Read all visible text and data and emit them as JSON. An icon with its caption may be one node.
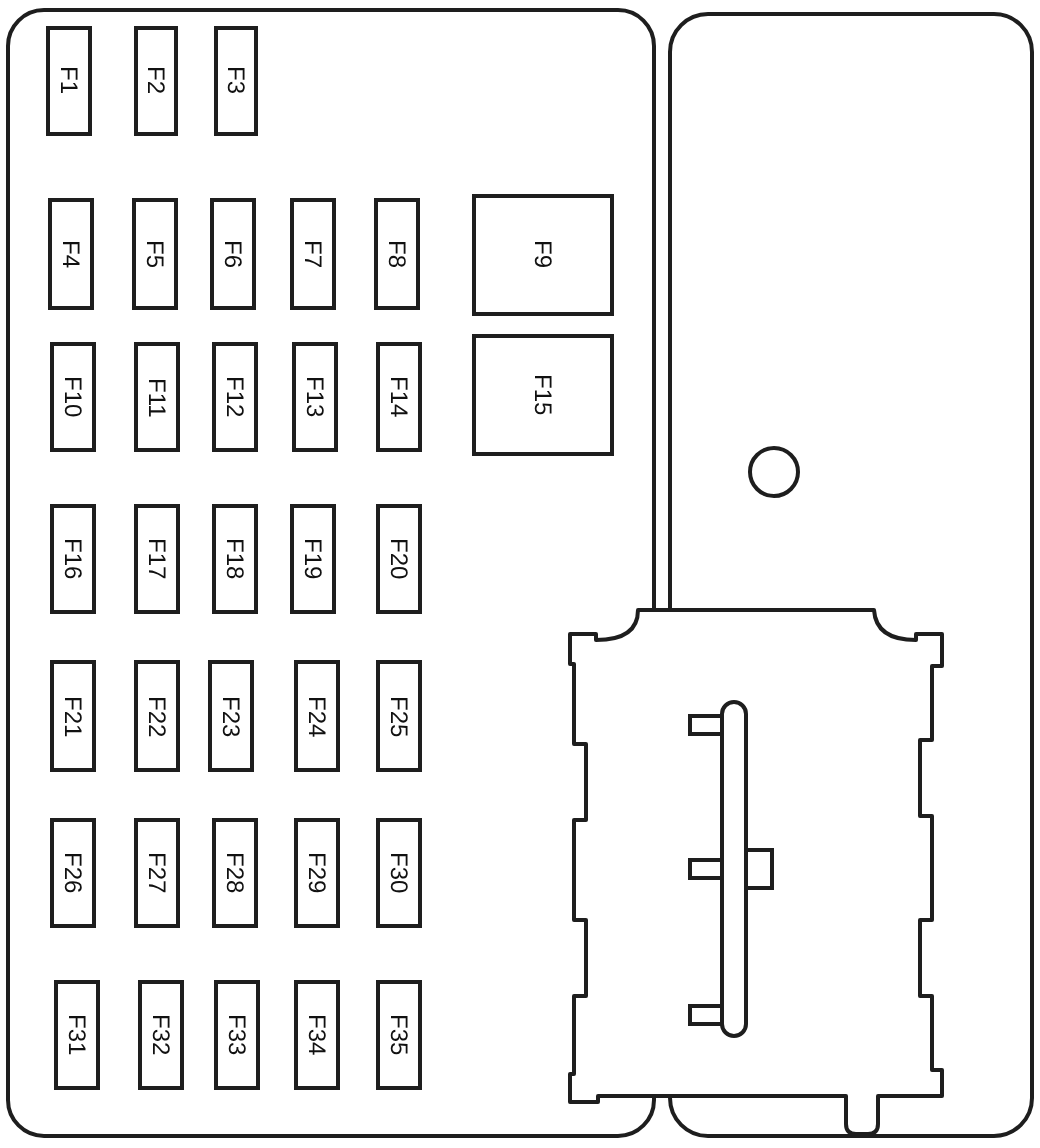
{
  "diagram": {
    "nodes": [
      {
        "text": [
          "F1"
        ]
      },
      {
        "text": [
          "F2"
        ]
      },
      {
        "text": [
          "F3"
        ]
      },
      {
        "text": [
          "F4"
        ]
      },
      {
        "text": [
          "F5"
        ]
      },
      {
        "text": [
          "F6"
        ]
      },
      {
        "text": [
          "F7"
        ]
      },
      {
        "text": [
          "F8"
        ]
      },
      {
        "text": [
          "F9"
        ]
      },
      {
        "text": [
          "F10"
        ]
      },
      {
        "text": [
          "F11"
        ]
      },
      {
        "text": [
          "F12"
        ]
      },
      {
        "text": [
          "F13"
        ]
      },
      {
        "text": [
          "F14"
        ]
      },
      {
        "text": [
          "F15"
        ]
      },
      {
        "text": [
          "F16"
        ]
      },
      {
        "text": [
          "F17"
        ]
      },
      {
        "text": [
          "F18"
        ]
      },
      {
        "text": [
          "F19"
        ]
      },
      {
        "text": [
          "F20"
        ]
      },
      {
        "text": [
          "F21"
        ]
      },
      {
        "text": [
          "F22"
        ]
      },
      {
        "text": [
          "F23"
        ]
      },
      {
        "text": [
          "F24"
        ]
      },
      {
        "text": [
          "F25"
        ]
      },
      {
        "text": [
          "F26"
        ]
      },
      {
        "text": [
          "F27"
        ]
      },
      {
        "text": [
          "F28"
        ]
      },
      {
        "text": [
          "F29"
        ]
      },
      {
        "text": [
          "F30"
        ]
      },
      {
        "text": [
          "F31"
        ]
      },
      {
        "text": [
          "F32"
        ]
      },
      {
        "text": [
          "F33"
        ]
      },
      {
        "text": [
          "F34"
        ]
      },
      {
        "text": [
          "F35"
        ]
      }
    ]
  }
}
